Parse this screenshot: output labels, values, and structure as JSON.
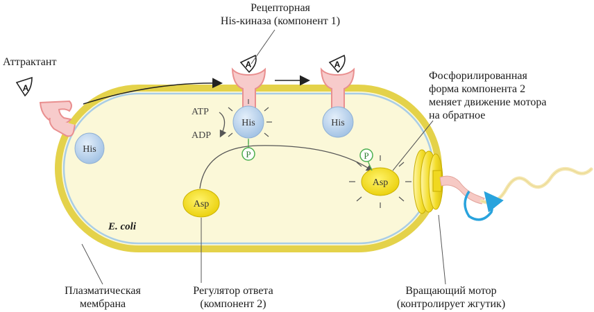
{
  "labels": {
    "attractant": "Аттрактант",
    "receptor_kinase": [
      "Рецепторная",
      "His-киназа (компонент 1)"
    ],
    "phospho_form": [
      "Фосфорилированная",
      "форма компонента 2",
      "меняет движение мотора",
      "на обратное"
    ],
    "membrane": [
      "Плазматическая",
      "мембрана"
    ],
    "regulator": [
      "Регулятор ответа",
      "(компонент 2)"
    ],
    "motor": [
      "Вращающий мотор",
      "(контролирует жгутик)"
    ],
    "organism": "E. coli"
  },
  "molecules": {
    "his": "His",
    "asp": "Asp",
    "phosphate": "P",
    "atp": "ATP",
    "adp": "ADP",
    "attractant_letter": "A"
  },
  "colors": {
    "cell_fill": "#fbf8d8",
    "membrane": "#e4d24a",
    "membrane_inner": "#a9cde6",
    "receptor": "#e98f8f",
    "receptor_fill": "#f7cbcb",
    "his_fill": "#b9d3ec",
    "asp_fill": "#f6e31c",
    "phosphate": "#4caf50",
    "motor": "#f2df30",
    "rotation_arrow": "#29a3dd",
    "flagellum": "#f4e6b0"
  },
  "icons": [
    "attractant-triangle-icon",
    "rotation-arrow-icon",
    "flagellum-icon",
    "rotary-motor-icon"
  ]
}
